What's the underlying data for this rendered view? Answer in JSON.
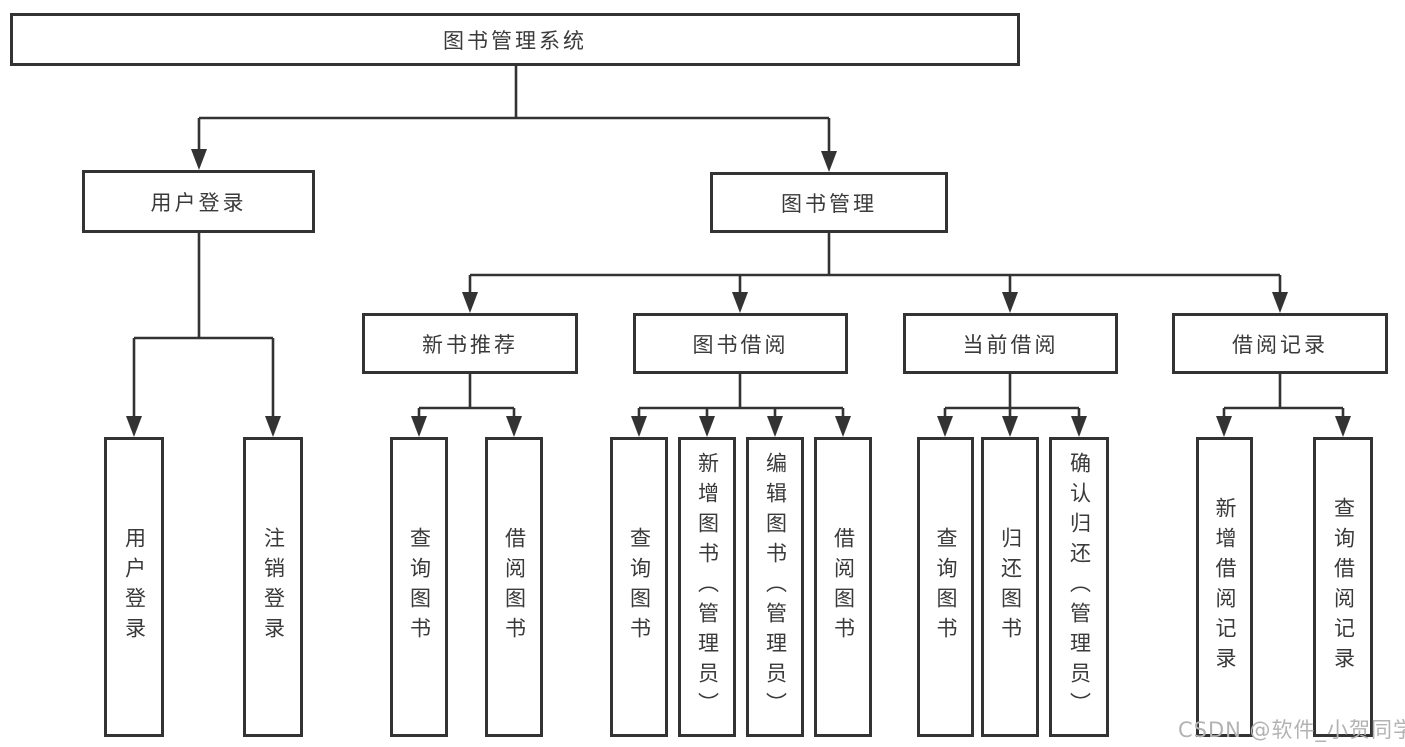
{
  "watermark": "CSDN @软件_小贺同学",
  "colors": {
    "line": "#333333",
    "border": "#333333",
    "text": "#3a3a3a",
    "watermark": "#b3b3b3",
    "background": "#ffffff"
  },
  "diagram": {
    "root": "图书管理系统",
    "branches": [
      {
        "label": "用户登录",
        "leaves": [
          "用户登录",
          "注销登录"
        ]
      },
      {
        "label": "图书管理",
        "groups": [
          {
            "label": "新书推荐",
            "leaves": [
              "查询图书",
              "借阅图书"
            ]
          },
          {
            "label": "图书借阅",
            "leaves": [
              "查询图书",
              "新增图书（管理员）",
              "编辑图书（管理员）",
              "借阅图书"
            ]
          },
          {
            "label": "当前借阅",
            "leaves": [
              "查询图书",
              "归还图书",
              "确认归还（管理员）"
            ]
          },
          {
            "label": "借阅记录",
            "leaves": [
              "新增借阅记录",
              "查询借阅记录"
            ]
          }
        ]
      }
    ]
  }
}
